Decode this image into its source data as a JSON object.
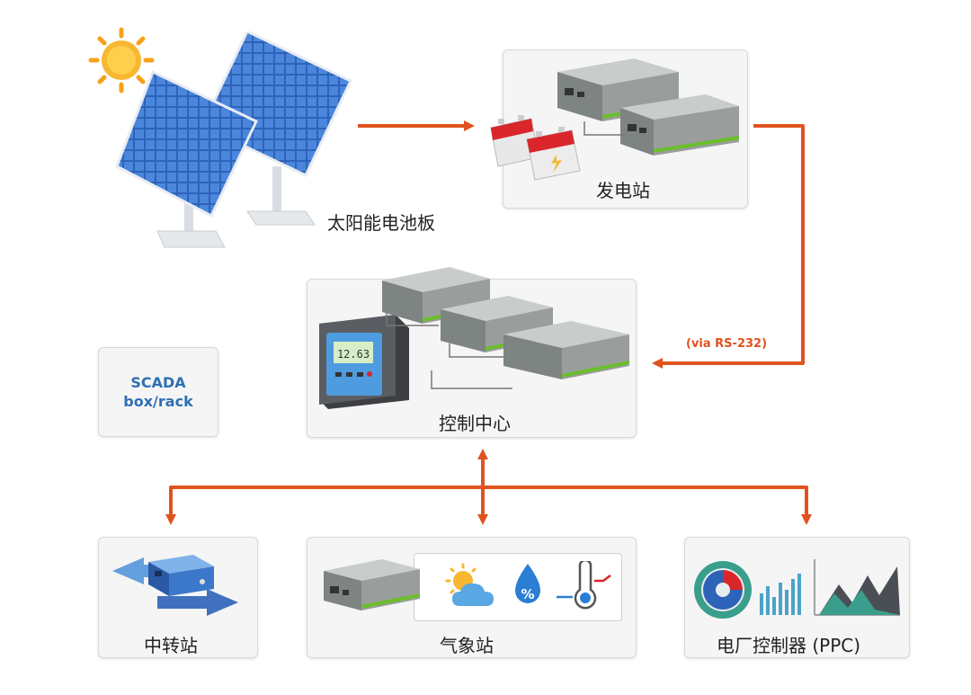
{
  "nodes": {
    "solar": {
      "label": "太阳能电池板"
    },
    "power_station": {
      "label": "发电站"
    },
    "control_center": {
      "label": "控制中心"
    },
    "scada": {
      "line1": "SCADA",
      "line2": "box/rack"
    },
    "relay_station": {
      "label": "中转站"
    },
    "weather_station": {
      "label": "气象站"
    },
    "ppc": {
      "label": "电厂控制器 (PPC)"
    }
  },
  "connections": {
    "rs232_note": "(via RS-232)"
  },
  "controller_display": "12.63",
  "colors": {
    "arrow": "#e0531f",
    "scada_text": "#2f6fb2",
    "box_bg": "#f5f5f6",
    "box_border": "#d9d9dc",
    "panel_blue": "#2d63b8",
    "device_green": "#6abf2a",
    "device_gray": "#8a8f8c"
  },
  "icons": [
    "sun-icon",
    "solar-panel-icon",
    "battery-icon",
    "embedded-pc-icon",
    "charge-controller-icon",
    "converter-icon",
    "weather-icon",
    "humidity-icon",
    "thermometer-icon",
    "pie-chart-icon",
    "bar-chart-icon",
    "area-chart-icon"
  ]
}
